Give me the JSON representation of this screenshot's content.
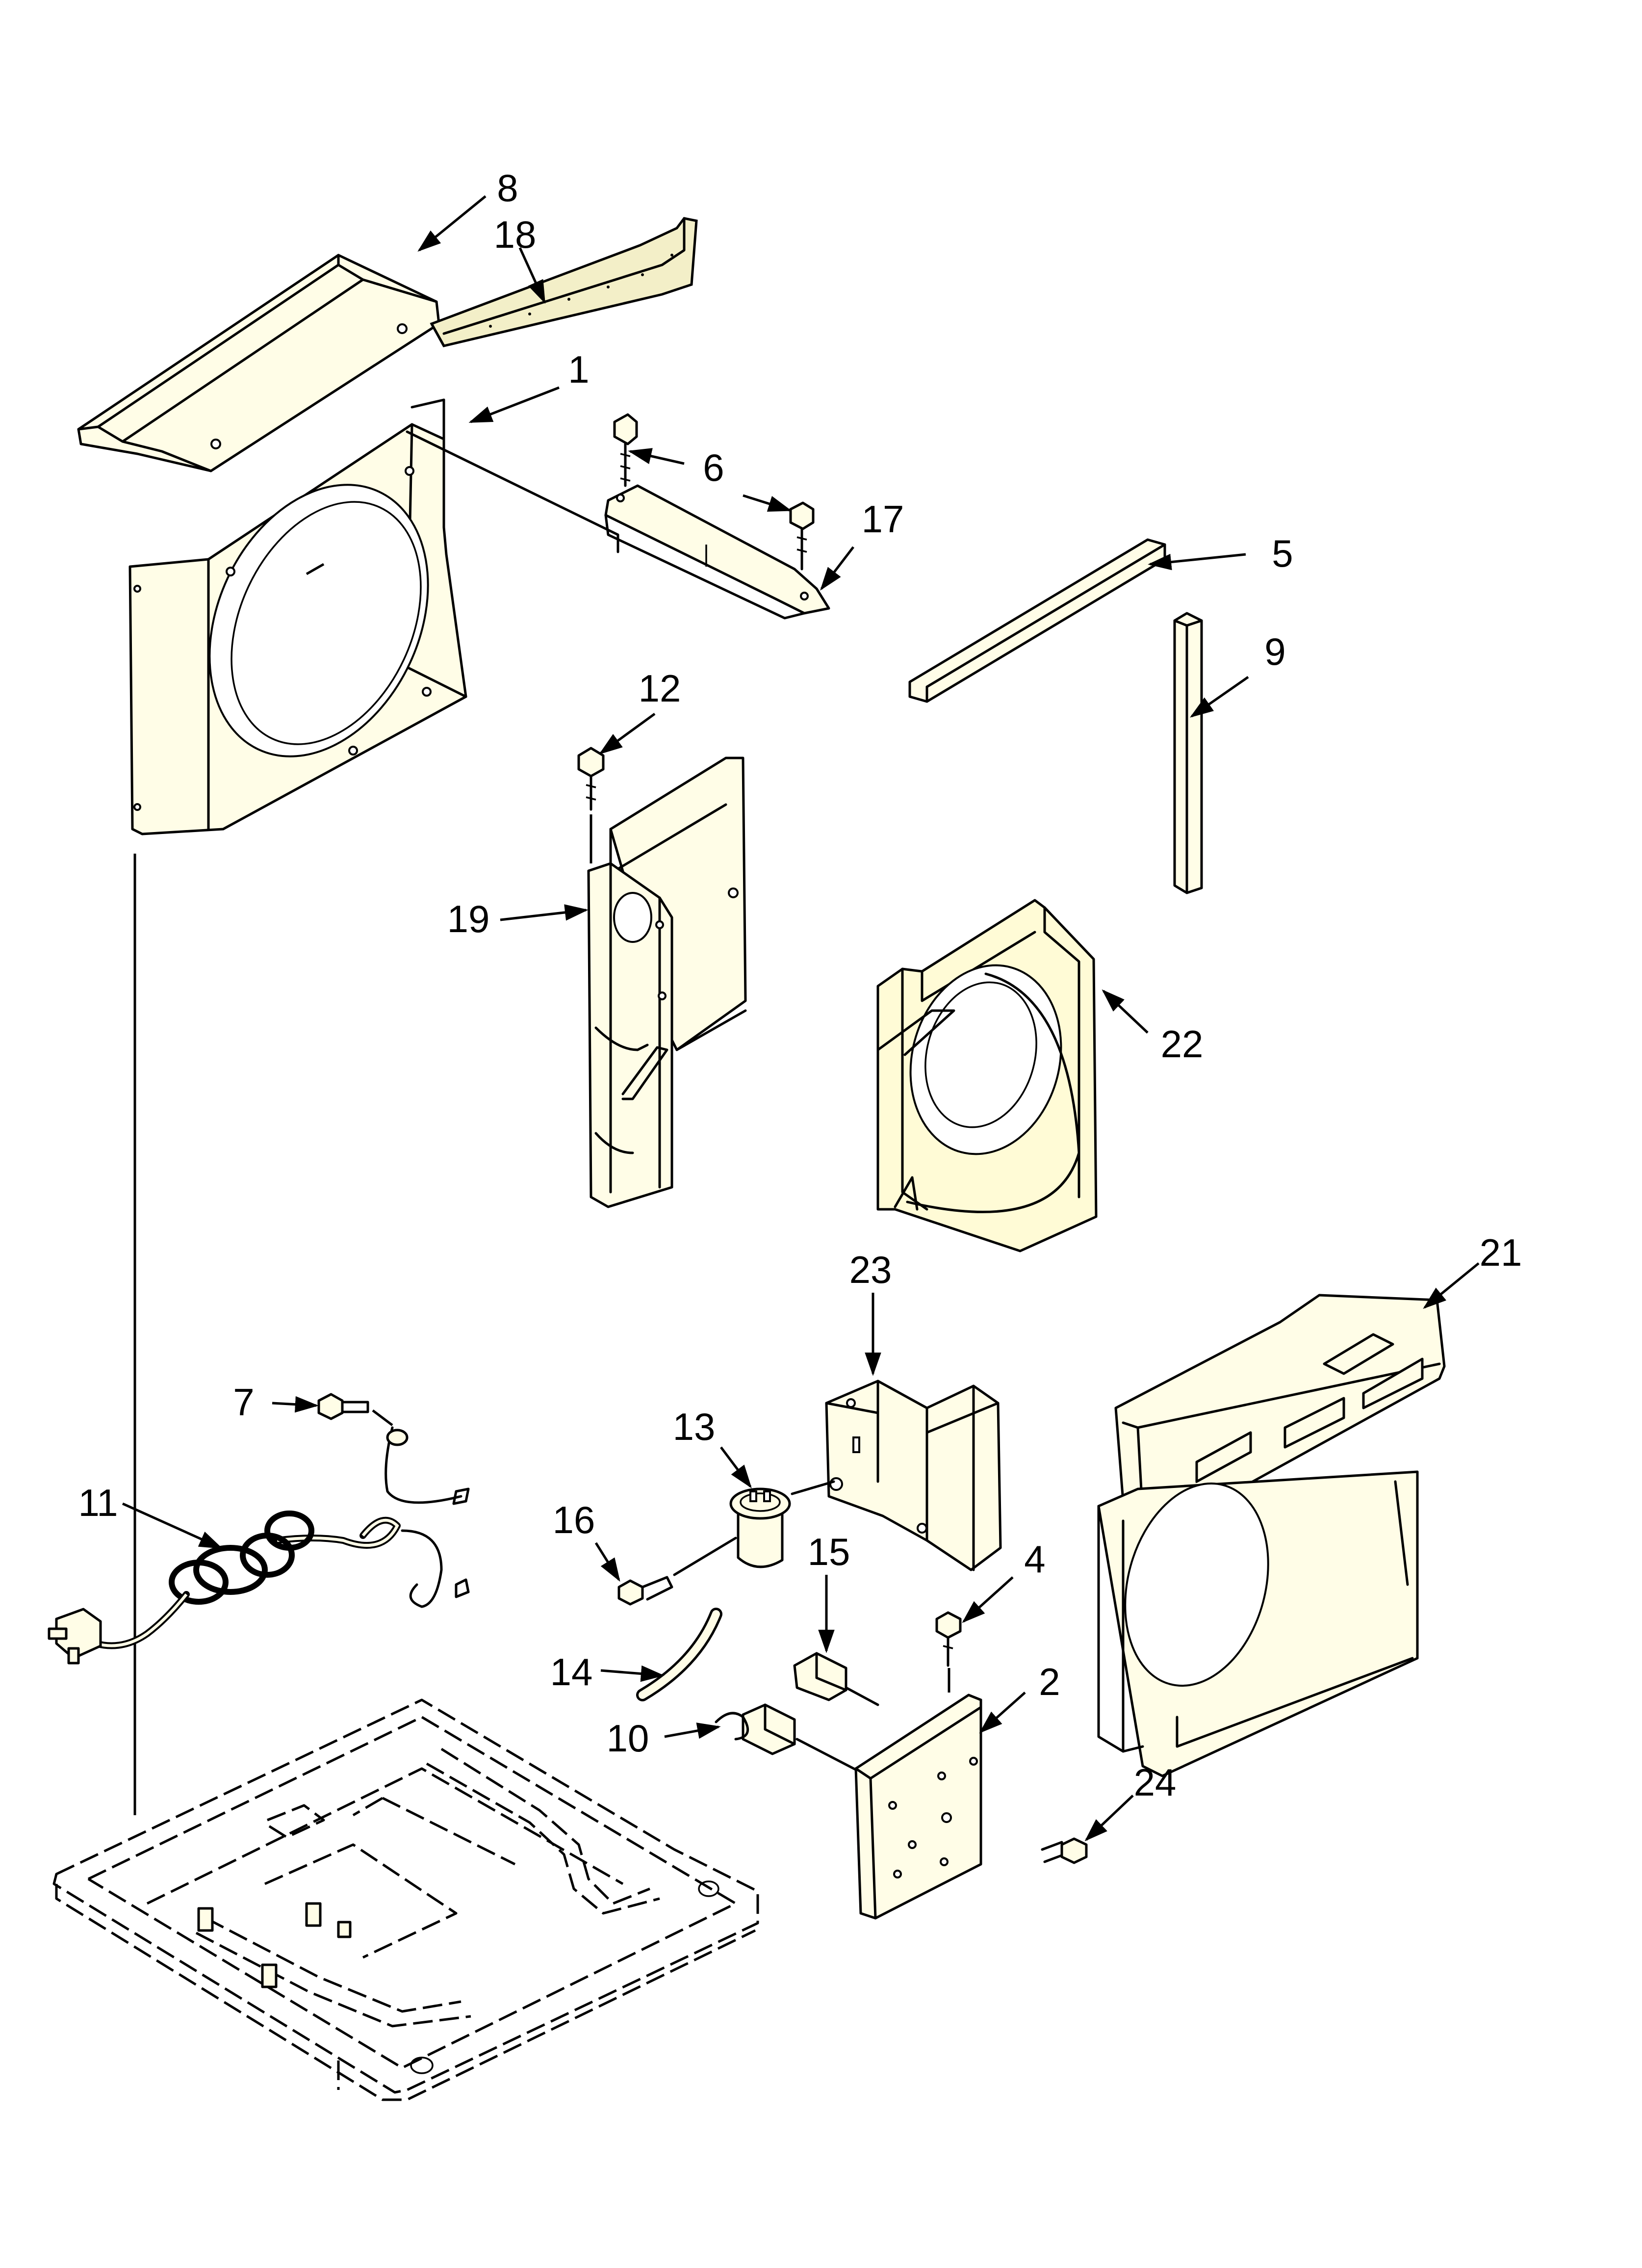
{
  "diagram": {
    "callouts": {
      "c1": "1",
      "c2": "2",
      "c4": "4",
      "c5": "5",
      "c6": "6",
      "c7": "7",
      "c8": "8",
      "c9": "9",
      "c10": "10",
      "c11": "11",
      "c12": "12",
      "c13": "13",
      "c14": "14",
      "c15": "15",
      "c16": "16",
      "c17": "17",
      "c18": "18",
      "c19": "19",
      "c21": "21",
      "c22": "22",
      "c23": "23",
      "c24": "24"
    }
  }
}
